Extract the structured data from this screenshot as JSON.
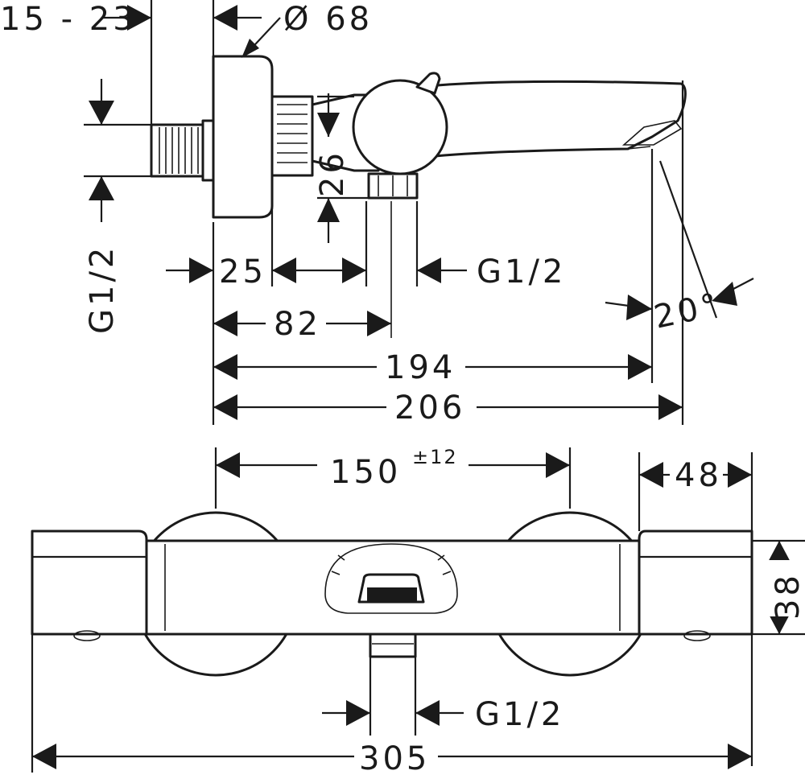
{
  "dimensions": {
    "wall_distance": "15 - 23",
    "diameter": "Ø 68",
    "side_thread": "G1/2",
    "offset_25": "25",
    "outlet_thread": "G1/2",
    "height_26": "26",
    "offset_82": "82",
    "angle": "20°",
    "length_194": "194",
    "length_206": "206",
    "centers": "150",
    "centers_tolerance": "±12",
    "depth": "48",
    "height_38": "38",
    "bottom_thread": "G1/2",
    "total_width": "305"
  },
  "colors": {
    "line": "#1a1a1a",
    "background": "#ffffff"
  }
}
